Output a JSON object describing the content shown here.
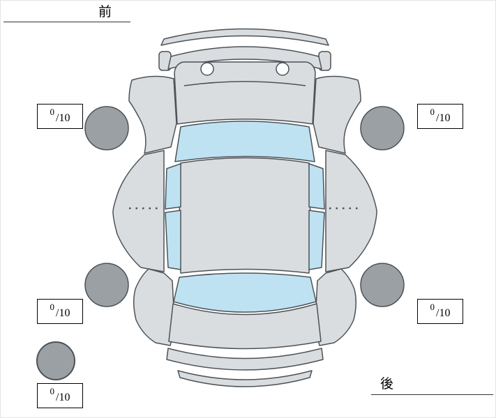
{
  "diagram": {
    "type": "car-top-view-tire-condition",
    "front_label": "前",
    "rear_label": "後"
  },
  "scores": {
    "front_left": {
      "value": "0",
      "max": "/10"
    },
    "front_right": {
      "value": "0",
      "max": "/10"
    },
    "rear_left": {
      "value": "0",
      "max": "/10"
    },
    "rear_right": {
      "value": "0",
      "max": "/10"
    },
    "spare": {
      "value": "0",
      "max": "/10"
    }
  },
  "colors": {
    "body": "#d9dde0",
    "window": "#bfe2f2",
    "tire": "#9aa0a4",
    "outline": "#4d5257",
    "line": "#333333"
  }
}
